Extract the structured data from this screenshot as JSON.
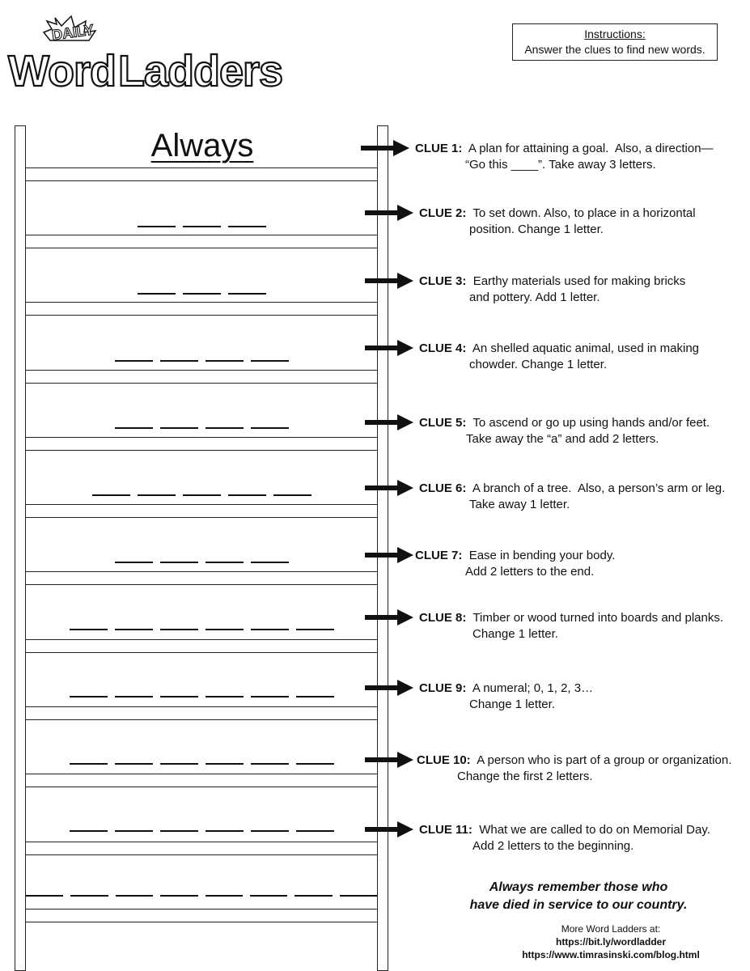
{
  "logo": {
    "top": "DAILY",
    "word1": "Word",
    "word2": "Ladders"
  },
  "instructions": {
    "title": "Instructions:",
    "text": "Answer the clues to find new words."
  },
  "title": "Always",
  "ladder": {
    "blank_counts": [
      3,
      3,
      4,
      4,
      5,
      4,
      6,
      6,
      6,
      6,
      8
    ]
  },
  "clues": [
    {
      "label": "CLUE 1:",
      "line1": "A plan for attaining a goal.  Also, a direction—",
      "line2": "“Go this ____”.  Take away 3 letters."
    },
    {
      "label": "CLUE 2:",
      "line1": "To set down. Also, to place in a horizontal",
      "line2": "position.  Change 1 letter."
    },
    {
      "label": "CLUE 3:",
      "line1": "Earthy materials used for making bricks",
      "line2": "and pottery.  Add 1 letter."
    },
    {
      "label": "CLUE 4:",
      "line1": "An shelled aquatic animal, used in making",
      "line2": "chowder.  Change 1 letter."
    },
    {
      "label": "CLUE 5:",
      "line1": "To ascend or go up using hands and/or feet.",
      "line2": "Take away the “a” and add 2 letters."
    },
    {
      "label": "CLUE 6:",
      "line1": "A branch of a tree.  Also, a person’s arm or leg.",
      "line2": "Take away 1 letter."
    },
    {
      "label": "CLUE 7:",
      "line1": "Ease in bending your body.",
      "line2": "Add 2 letters to the end."
    },
    {
      "label": "CLUE 8:",
      "line1": "Timber or wood turned into boards and planks.",
      "line2": "Change 1 letter."
    },
    {
      "label": "CLUE 9:",
      "line1": "A numeral; 0, 1, 2, 3…",
      "line2": "Change 1 letter."
    },
    {
      "label": "CLUE 10:",
      "line1": "A person who is part of a group or organization.",
      "line2": "Change the first 2 letters."
    },
    {
      "label": "CLUE 11:",
      "line1": "What we are called to do on Memorial Day.",
      "line2": "Add 2 letters to the beginning."
    }
  ],
  "closing": {
    "line1": "Always remember those who",
    "line2": "have died in service to our country."
  },
  "more": {
    "label": "More Word Ladders at:",
    "link1": "https://bit.ly/wordladder",
    "link2": "https://www.timrasinski.com/blog.html"
  },
  "colors": {
    "ink": "#111111",
    "paper": "#ffffff"
  }
}
